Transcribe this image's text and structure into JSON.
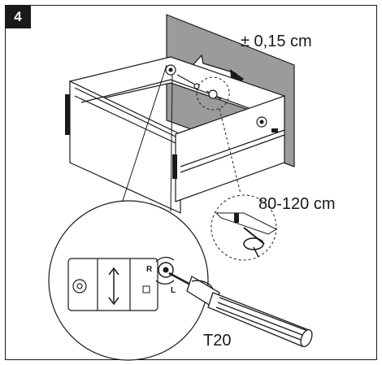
{
  "step": {
    "number": "4"
  },
  "labels": {
    "tolerance": "± 0,15 cm",
    "mount_height": "80-120 cm",
    "driver_bit": "T20"
  },
  "detail": {
    "rotation_right": "R",
    "rotation_left": "L"
  },
  "colors": {
    "wall_panel": "#9b9b9b",
    "outline": "#1a1a1a",
    "face": "#ffffff"
  }
}
